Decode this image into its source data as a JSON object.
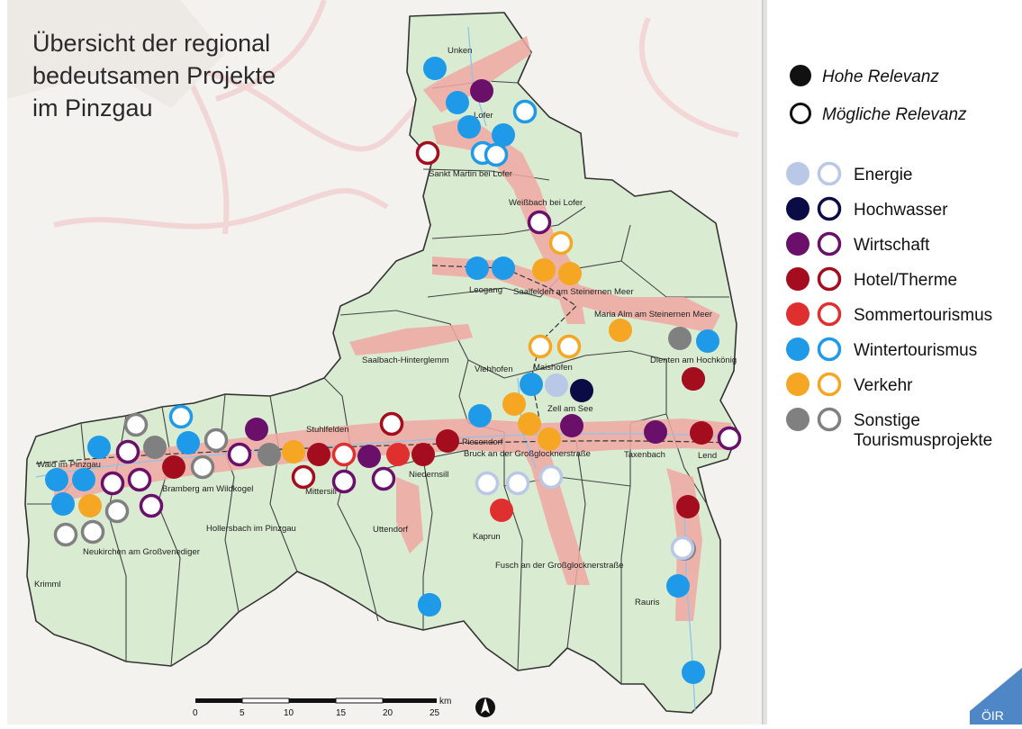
{
  "title": [
    "Übersicht der regional",
    "bedeutsamen Projekte",
    "im Pinzgau"
  ],
  "legend": {
    "relevance": [
      {
        "style": "filled",
        "label": "Hohe Relevanz"
      },
      {
        "style": "ring",
        "label": "Mögliche Relevanz"
      }
    ],
    "categories": [
      {
        "key": "energie",
        "label": [
          "Energie"
        ],
        "color": "#b9c8e6"
      },
      {
        "key": "hochwasser",
        "label": [
          "Hochwasser"
        ],
        "color": "#0b0b45"
      },
      {
        "key": "wirtschaft",
        "label": [
          "Wirtschaft"
        ],
        "color": "#6a0f6a"
      },
      {
        "key": "hotel",
        "label": [
          "Hotel/Therme"
        ],
        "color": "#a30d1e"
      },
      {
        "key": "sommer",
        "label": [
          "Sommertourismus"
        ],
        "color": "#e02f2f"
      },
      {
        "key": "winter",
        "label": [
          "Wintertourismus"
        ],
        "color": "#1f9ae8"
      },
      {
        "key": "verkehr",
        "label": [
          "Verkehr"
        ],
        "color": "#f5a623"
      },
      {
        "key": "sonstige",
        "label": [
          "Sonstige",
          "Tourismusprojekte"
        ],
        "color": "#808080"
      }
    ]
  },
  "places": [
    "Unken",
    "Lofer",
    "Sankt Martin bei Lofer",
    "Weißbach bei Lofer",
    "Leogang",
    "Saalfelden am Steinernen Meer",
    "Maria Alm am Steinernen Meer",
    "Saalbach-Hinterglemm",
    "Viehhofen",
    "Maishofen",
    "Dienten am Hochkönig",
    "Zell am See",
    "Piesendorf",
    "Stuhlfelden",
    "Taxenbach",
    "Lend",
    "Wald im Pinzgau",
    "Bramberg am Wildkogel",
    "Mittersill",
    "Niedernsill",
    "Bruck an der Großglocknerstraße",
    "Hollersbach im Pinzgau",
    "Uttendorf",
    "Kaprun",
    "Neukirchen am Großvenediger",
    "Fusch an der Großglocknerstraße",
    "Rauris",
    "Krimml"
  ],
  "scale": {
    "unit": "km",
    "ticks": [
      "0",
      "5",
      "10",
      "15",
      "20",
      "25"
    ]
  },
  "logo": "ÖIR",
  "map_points": [
    {
      "cat": "winter",
      "rel": "hoch"
    },
    {
      "cat": "wirtschaft",
      "rel": "hoch"
    },
    {
      "cat": "winter",
      "rel": "hoch"
    },
    {
      "cat": "winter",
      "rel": "moeglich"
    },
    {
      "cat": "winter",
      "rel": "hoch"
    },
    {
      "cat": "winter",
      "rel": "hoch"
    },
    {
      "cat": "hotel",
      "rel": "moeglich"
    },
    {
      "cat": "winter",
      "rel": "moeglich"
    },
    {
      "cat": "winter",
      "rel": "moeglich"
    },
    {
      "cat": "wirtschaft",
      "rel": "moeglich"
    },
    {
      "cat": "verkehr",
      "rel": "moeglich"
    },
    {
      "cat": "winter",
      "rel": "hoch"
    },
    {
      "cat": "winter",
      "rel": "hoch"
    },
    {
      "cat": "verkehr",
      "rel": "hoch"
    },
    {
      "cat": "verkehr",
      "rel": "hoch"
    },
    {
      "cat": "verkehr",
      "rel": "hoch"
    },
    {
      "cat": "sonstige",
      "rel": "hoch"
    },
    {
      "cat": "winter",
      "rel": "hoch"
    },
    {
      "cat": "verkehr",
      "rel": "moeglich"
    },
    {
      "cat": "verkehr",
      "rel": "moeglich"
    },
    {
      "cat": "sonstige",
      "rel": "hoch"
    },
    {
      "cat": "winter",
      "rel": "hoch"
    },
    {
      "cat": "energie",
      "rel": "hoch"
    },
    {
      "cat": "hochwasser",
      "rel": "hoch"
    },
    {
      "cat": "verkehr",
      "rel": "hoch"
    },
    {
      "cat": "winter",
      "rel": "hoch"
    },
    {
      "cat": "verkehr",
      "rel": "hoch"
    },
    {
      "cat": "wirtschaft",
      "rel": "hoch"
    },
    {
      "cat": "verkehr",
      "rel": "hoch"
    },
    {
      "cat": "hotel",
      "rel": "hoch"
    },
    {
      "cat": "hotel",
      "rel": "hoch"
    },
    {
      "cat": "sommer",
      "rel": "hoch"
    },
    {
      "cat": "hotel",
      "rel": "moeglich"
    },
    {
      "cat": "wirtschaft",
      "rel": "hoch"
    },
    {
      "cat": "hotel",
      "rel": "hoch"
    },
    {
      "cat": "wirtschaft",
      "rel": "moeglich"
    },
    {
      "cat": "hotel",
      "rel": "moeglich"
    },
    {
      "cat": "verkehr",
      "rel": "hoch"
    },
    {
      "cat": "sommer",
      "rel": "moeglich"
    },
    {
      "cat": "hotel",
      "rel": "hoch"
    },
    {
      "cat": "sonstige",
      "rel": "hoch"
    },
    {
      "cat": "wirtschaft",
      "rel": "moeglich"
    },
    {
      "cat": "wirtschaft",
      "rel": "hoch"
    },
    {
      "cat": "sonstige",
      "rel": "moeglich"
    },
    {
      "cat": "winter",
      "rel": "moeglich"
    },
    {
      "cat": "sonstige",
      "rel": "moeglich"
    },
    {
      "cat": "winter",
      "rel": "hoch"
    },
    {
      "cat": "hotel",
      "rel": "hoch"
    },
    {
      "cat": "wirtschaft",
      "rel": "moeglich"
    },
    {
      "cat": "sonstige",
      "rel": "hoch"
    },
    {
      "cat": "winter",
      "rel": "hoch"
    },
    {
      "cat": "sonstige",
      "rel": "moeglich"
    },
    {
      "cat": "wirtschaft",
      "rel": "moeglich"
    },
    {
      "cat": "wirtschaft",
      "rel": "moeglich"
    },
    {
      "cat": "winter",
      "rel": "hoch"
    },
    {
      "cat": "winter",
      "rel": "hoch"
    },
    {
      "cat": "wirtschaft",
      "rel": "moeglich"
    },
    {
      "cat": "winter",
      "rel": "hoch"
    },
    {
      "cat": "verkehr",
      "rel": "hoch"
    },
    {
      "cat": "sonstige",
      "rel": "moeglich"
    },
    {
      "cat": "wirtschaft",
      "rel": "moeglich"
    },
    {
      "cat": "sonstige",
      "rel": "moeglich"
    },
    {
      "cat": "sonstige",
      "rel": "moeglich"
    },
    {
      "cat": "energie",
      "rel": "moeglich"
    },
    {
      "cat": "energie",
      "rel": "moeglich"
    },
    {
      "cat": "energie",
      "rel": "moeglich"
    },
    {
      "cat": "sommer",
      "rel": "hoch"
    },
    {
      "cat": "wirtschaft",
      "rel": "hoch"
    },
    {
      "cat": "hotel",
      "rel": "hoch"
    },
    {
      "cat": "wirtschaft",
      "rel": "moeglich"
    },
    {
      "cat": "sonstige",
      "rel": "hoch"
    },
    {
      "cat": "winter",
      "rel": "hoch"
    },
    {
      "cat": "sonstige",
      "rel": "hoch"
    },
    {
      "cat": "hotel",
      "rel": "hoch"
    },
    {
      "cat": "energie",
      "rel": "moeglich"
    },
    {
      "cat": "winter",
      "rel": "hoch"
    },
    {
      "cat": "winter",
      "rel": "hoch"
    },
    {
      "cat": "winter",
      "rel": "hoch"
    }
  ]
}
